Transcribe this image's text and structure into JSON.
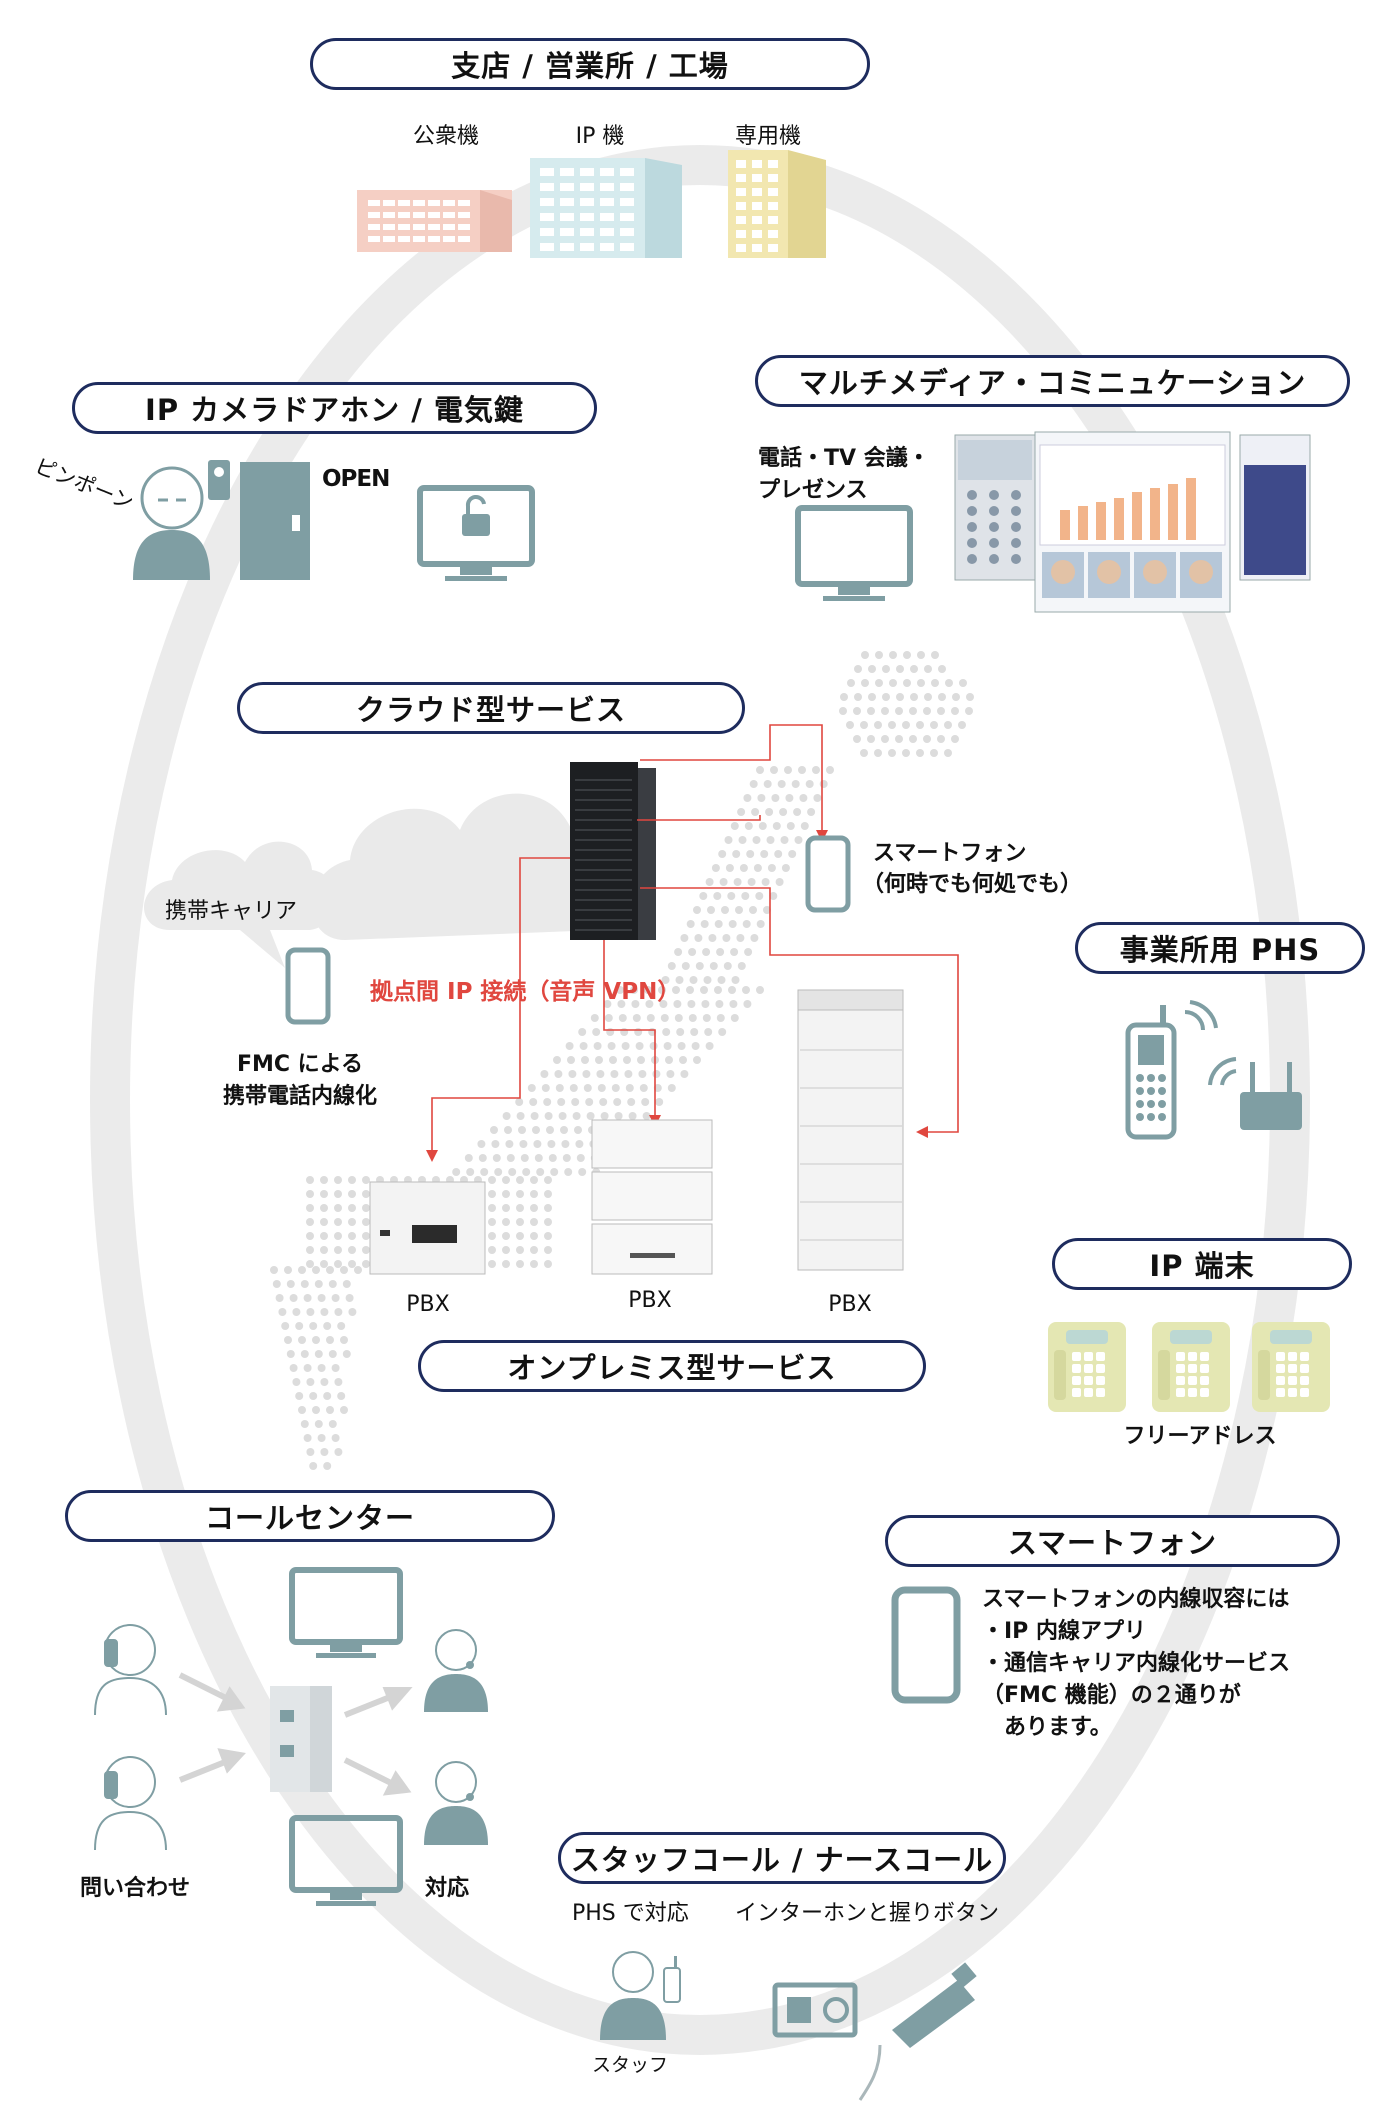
{
  "colors": {
    "pill_border": "#1e2c5e",
    "ring": "#e8e8e8",
    "teal": "#7f9ea3",
    "red_link": "#e0473f",
    "building_pink": "#f5cfc4",
    "building_blue": "#d6ebee",
    "building_yellow": "#f2e7b0",
    "phone_yellow": "#e4e7b3"
  },
  "sections": {
    "branch": {
      "title": "支店 / 営業所 / 工場",
      "items": [
        "公衆機",
        "IP 機",
        "専用機"
      ]
    },
    "intercom": {
      "title": "IP カメラドアホン / 電気鍵",
      "chime": "ピンポーン",
      "door_label": "OPEN",
      "icons": [
        "person-icon",
        "door-icon",
        "camera-icon",
        "monitor-unlock-icon"
      ]
    },
    "multimedia": {
      "title": "マルチメディア・コミニュケーション",
      "caption_line1": "電話・TV 会議・",
      "caption_line2": "プレゼンス"
    },
    "cloud": {
      "title": "クラウド型サービス",
      "carrier": "携帯キャリア",
      "fmc_line1": "FMC による",
      "fmc_line2": "携帯電話内線化",
      "link_label": "拠点間 IP 接続（音声 VPN）",
      "smartphone_line1": "スマートフォン",
      "smartphone_line2": "（何時でも何処でも）"
    },
    "onprem": {
      "title": "オンプレミス型サービス",
      "pbx_labels": [
        "PBX",
        "PBX",
        "PBX"
      ]
    },
    "phs": {
      "title": "事業所用 PHS",
      "icons": [
        "phs-handset-icon",
        "wifi-router-icon"
      ]
    },
    "ip_terminal": {
      "title": "IP 端末",
      "caption": "フリーアドレス"
    },
    "smartphone": {
      "title": "スマートフォン",
      "note": [
        "スマートフォンの内線収容には",
        "・IP 内線アプリ",
        "・通信キャリア内線化サービス",
        "（FMC 機能）の２通りが",
        "　あります。"
      ]
    },
    "callcenter": {
      "title": "コールセンター",
      "left_label": "問い合わせ",
      "right_label": "対応"
    },
    "staffcall": {
      "title": "スタッフコール / ナースコール",
      "left_caption": "PHS で対応",
      "right_caption": "インターホンと握りボタン",
      "staff_label": "スタッフ"
    }
  }
}
